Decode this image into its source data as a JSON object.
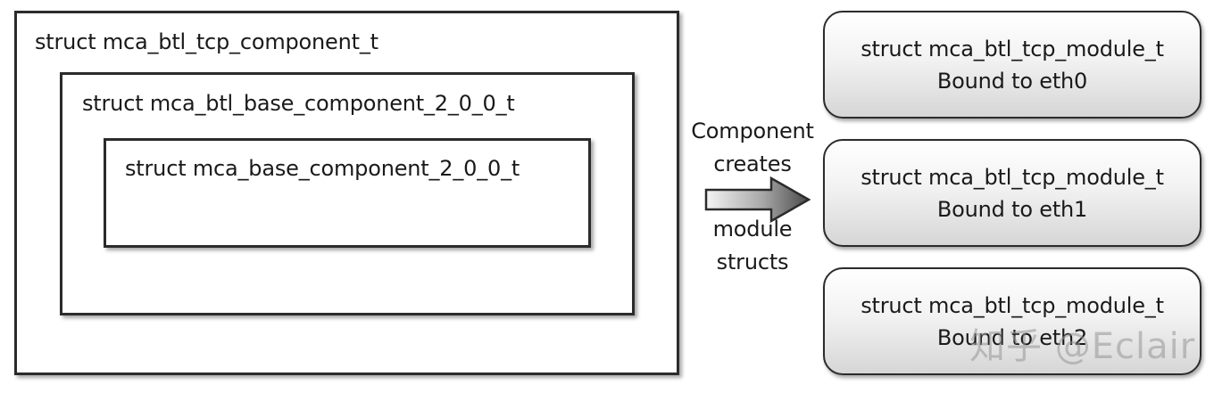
{
  "diagram": {
    "outer_box": {
      "label": "struct mca_btl_tcp_component_t"
    },
    "middle_box": {
      "label": "struct mca_btl_base_component_2_0_0_t"
    },
    "inner_box": {
      "label": "struct mca_base_component_2_0_0_t"
    },
    "arrow_caption": {
      "line1": "Component",
      "line2": "creates",
      "line3": "module",
      "line4": "structs"
    },
    "modules": [
      {
        "title": "struct mca_btl_tcp_module_t",
        "subtitle": "Bound to eth0"
      },
      {
        "title": "struct mca_btl_tcp_module_t",
        "subtitle": "Bound to eth1"
      },
      {
        "title": "struct mca_btl_tcp_module_t",
        "subtitle": "Bound to eth2"
      }
    ]
  },
  "watermark": "知乎 @Eclair",
  "colors": {
    "border": "#2b2b2b",
    "module_gradient_top": "#ffffff",
    "module_gradient_bottom": "#d6d6d6",
    "arrow_light": "#f4f4f4",
    "arrow_dark": "#4a4a4a"
  }
}
